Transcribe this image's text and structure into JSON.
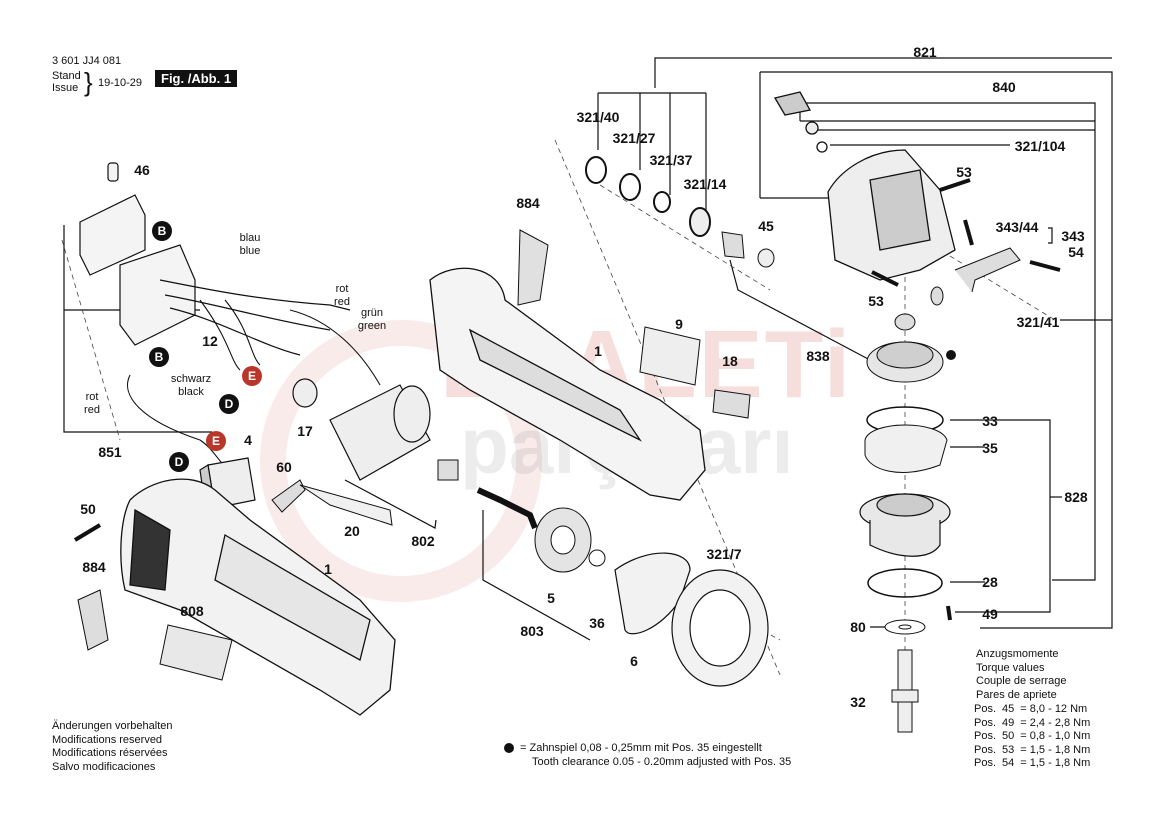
{
  "header": {
    "part_number": "3 601 JJ4 081",
    "stand_label": "Stand",
    "issue_label": "Issue",
    "date": "19-10-29",
    "figure": "Fig. /Abb. 1"
  },
  "watermark": {
    "line1": "ELALETi",
    "line2": "parçaları"
  },
  "parts": [
    {
      "id": "p46",
      "label": "46"
    },
    {
      "id": "p12",
      "label": "12"
    },
    {
      "id": "p851",
      "label": "851"
    },
    {
      "id": "p4",
      "label": "4"
    },
    {
      "id": "p60",
      "label": "60"
    },
    {
      "id": "p17",
      "label": "17"
    },
    {
      "id": "p20",
      "label": "20"
    },
    {
      "id": "p50",
      "label": "50"
    },
    {
      "id": "p884a",
      "label": "884"
    },
    {
      "id": "p808",
      "label": "808"
    },
    {
      "id": "p1a",
      "label": "1"
    },
    {
      "id": "p802",
      "label": "802"
    },
    {
      "id": "p884b",
      "label": "884"
    },
    {
      "id": "p9",
      "label": "9"
    },
    {
      "id": "p1b",
      "label": "1"
    },
    {
      "id": "p18",
      "label": "18"
    },
    {
      "id": "p803",
      "label": "803"
    },
    {
      "id": "p5",
      "label": "5"
    },
    {
      "id": "p36",
      "label": "36"
    },
    {
      "id": "p6",
      "label": "6"
    },
    {
      "id": "p321_7",
      "label": "321/7"
    },
    {
      "id": "p321_40",
      "label": "321/40"
    },
    {
      "id": "p321_27",
      "label": "321/27"
    },
    {
      "id": "p321_37",
      "label": "321/37"
    },
    {
      "id": "p321_14",
      "label": "321/14"
    },
    {
      "id": "p45",
      "label": "45"
    },
    {
      "id": "p821",
      "label": "821"
    },
    {
      "id": "p840",
      "label": "840"
    },
    {
      "id": "p321_104",
      "label": "321/104"
    },
    {
      "id": "p53a",
      "label": "53"
    },
    {
      "id": "p343_44",
      "label": "343/44"
    },
    {
      "id": "p343",
      "label": "343"
    },
    {
      "id": "p54",
      "label": "54"
    },
    {
      "id": "p53b",
      "label": "53"
    },
    {
      "id": "p321_41",
      "label": "321/41"
    },
    {
      "id": "p838",
      "label": "838"
    },
    {
      "id": "p33",
      "label": "33"
    },
    {
      "id": "p35",
      "label": "35"
    },
    {
      "id": "p828",
      "label": "828"
    },
    {
      "id": "p28",
      "label": "28"
    },
    {
      "id": "p49",
      "label": "49"
    },
    {
      "id": "p80",
      "label": "80"
    },
    {
      "id": "p32",
      "label": "32"
    }
  ],
  "wire_labels": {
    "blue": "blau\nblue",
    "red_top": "rot\nred",
    "green": "grün\ngreen",
    "black": "schwarz\nblack",
    "red_left": "rot\nred"
  },
  "connectors": [
    "B",
    "B",
    "E",
    "D",
    "E",
    "D"
  ],
  "notes_left": [
    "Änderungen vorbehalten",
    "Modifications reserved",
    "Modifications réservées",
    "Salvo modificaciones"
  ],
  "gear_note": {
    "line1": "=  Zahnspiel 0,08 - 0,25mm mit Pos. 35 eingestellt",
    "line2": "Tooth clearance 0.05 - 0.20mm adjusted with Pos. 35"
  },
  "torque": {
    "titles": [
      "Anzugsmomente",
      "Torque values",
      "Couple de serrage",
      "Pares de apriete"
    ],
    "rows": [
      {
        "pos": "Pos.",
        "num": "45",
        "value": "= 8,0 - 12  Nm"
      },
      {
        "pos": "Pos.",
        "num": "49",
        "value": "= 2,4 - 2,8 Nm"
      },
      {
        "pos": "Pos.",
        "num": "50",
        "value": "= 0,8 - 1,0 Nm"
      },
      {
        "pos": "Pos.",
        "num": "53",
        "value": "= 1,5 - 1,8 Nm"
      },
      {
        "pos": "Pos.",
        "num": "54",
        "value": "= 1,5 - 1,8 Nm"
      }
    ]
  }
}
